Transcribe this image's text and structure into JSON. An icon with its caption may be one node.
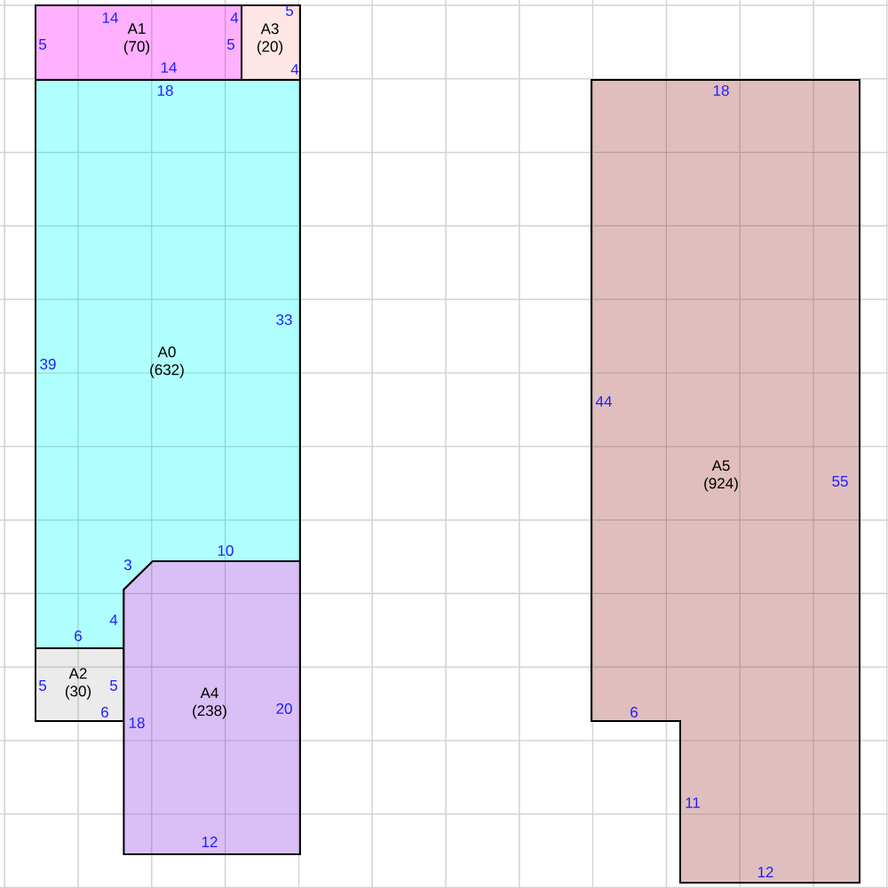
{
  "diagram": {
    "nodes": [
      {
        "text": [
          "A1",
          "(70)"
        ]
      },
      {
        "text": [
          "A3",
          "(20)"
        ]
      },
      {
        "text": [
          "A0",
          "(632)"
        ]
      },
      {
        "text": [
          "A5",
          "(924)"
        ]
      },
      {
        "text": [
          "A2",
          "(30)"
        ]
      },
      {
        "text": [
          "A4",
          "(238)"
        ]
      }
    ],
    "labels": [
      "5",
      "4",
      "14",
      "5",
      "5",
      "4",
      "14",
      "18",
      "18",
      "33",
      "39",
      "44",
      "55",
      "3",
      "10",
      "6",
      "4",
      "5",
      "5",
      "6",
      "6",
      "18",
      "20",
      "11",
      "12",
      "12"
    ]
  }
}
